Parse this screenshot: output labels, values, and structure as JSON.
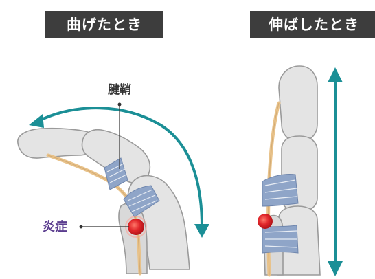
{
  "panels": {
    "bent": {
      "title": "曲げたとき"
    },
    "straight": {
      "title": "伸ばしたとき"
    }
  },
  "labels": {
    "tendon_sheath": "腱鞘",
    "inflammation": "炎症"
  },
  "colors": {
    "banner_bg": "#3d3d3d",
    "arrow": "#1b8f96",
    "bone_fill": "#e4e4e4",
    "bone_stroke": "#9a9a9a",
    "sheath": "#8fa5c8",
    "tendon": "#e8c28a",
    "inflammation": "#e0262a",
    "inflammation_label": "#5b3d8f"
  }
}
